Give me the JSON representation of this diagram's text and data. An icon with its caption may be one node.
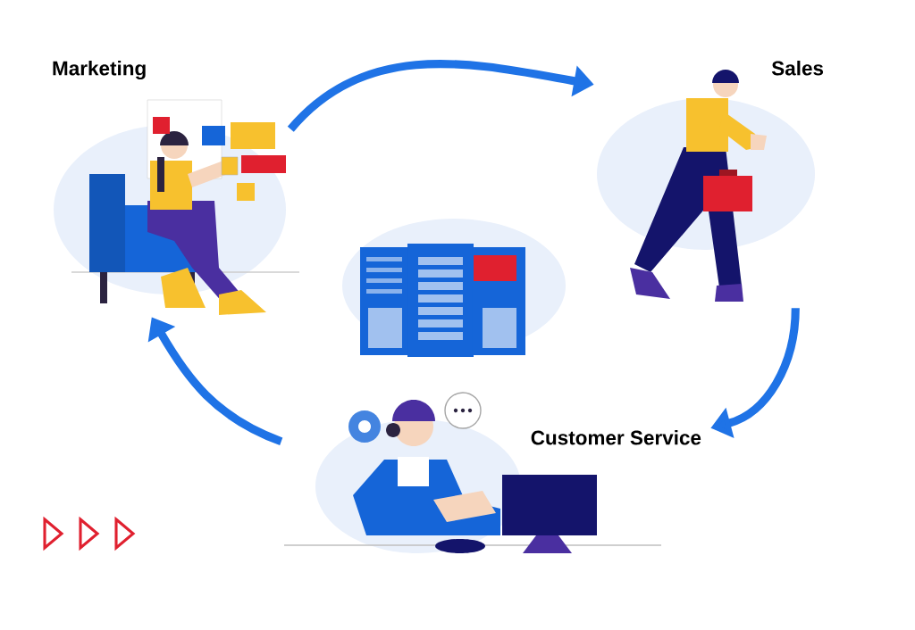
{
  "diagram": {
    "nodes": [
      {
        "text": [
          "Marketing"
        ]
      },
      {
        "text": [
          "Sales"
        ]
      },
      {
        "text": [
          "Customer Service"
        ]
      }
    ],
    "edges": [
      {
        "from": 0,
        "to": 1,
        "arrow": "to"
      },
      {
        "from": 1,
        "to": 2,
        "arrow": "to"
      },
      {
        "from": 2,
        "to": 0,
        "arrow": "to"
      }
    ]
  }
}
